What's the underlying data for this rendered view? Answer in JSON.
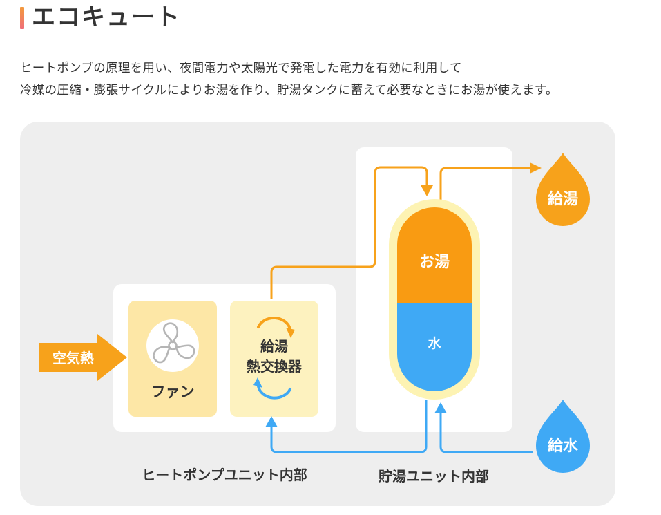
{
  "header": {
    "title": "エコキュート",
    "description_line1": "ヒートポンプの原理を用い、夜間電力や太陽光で発電した電力を有効に利用して",
    "description_line2": "冷媒の圧縮・膨張サイクルによりお湯を作り、貯湯タンクに蓄えて必要なときにお湯が使えます。"
  },
  "diagram": {
    "air_heat_label": "空気熱",
    "fan_label": "ファン",
    "exchanger_label_line1": "給湯",
    "exchanger_label_line2": "熱交換器",
    "hot_water_label": "お湯",
    "water_label": "水",
    "hot_supply_label": "給湯",
    "water_supply_label": "給水",
    "heat_pump_unit_caption": "ヒートポンプユニット内部",
    "storage_unit_caption": "貯湯ユニット内部",
    "colors": {
      "orange": "#f7a21b",
      "blue": "#3fa9f5",
      "panel_bg": "#eeeeee",
      "box_yellow": "#fde7a6",
      "box_light_yellow": "#fdf2bf"
    }
  }
}
